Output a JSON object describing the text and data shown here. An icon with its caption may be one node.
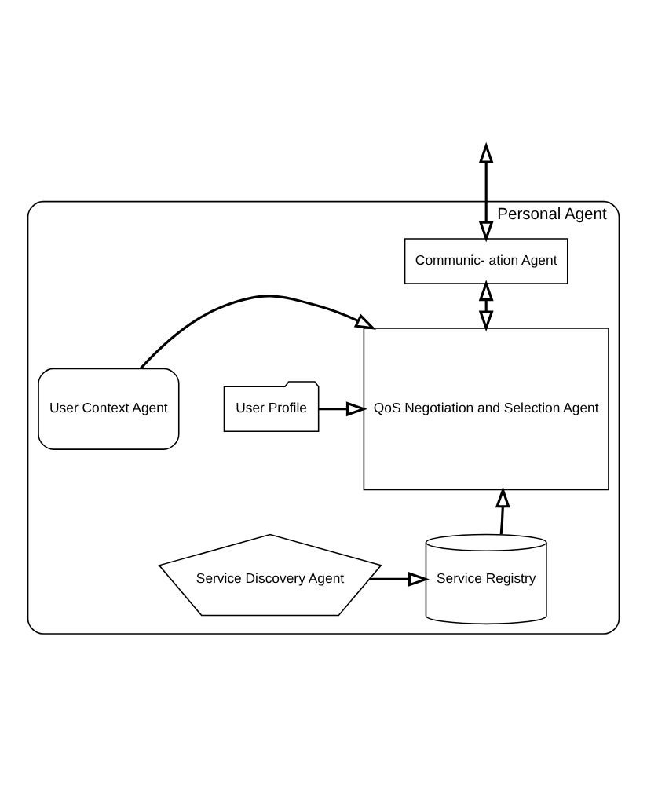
{
  "diagram": {
    "nodes": [
      {
        "text": [
          "Personal Agent"
        ]
      },
      {
        "text": [
          "Communic- ation Agent"
        ],
        "in": 0
      },
      {
        "text": [
          "QoS Negotiation and Selection Agent"
        ],
        "in": 0
      },
      {
        "text": [
          "User Profile"
        ],
        "in": 0
      },
      {
        "text": [
          "User Context Agent"
        ],
        "in": 0
      },
      {
        "text": [
          "Service Registry"
        ],
        "in": 0
      },
      {
        "text": [
          "Service Discovery Agent"
        ],
        "in": 0
      }
    ],
    "edges": [
      {
        "from": null,
        "to": 1,
        "arrow": "both"
      },
      {
        "from": 1,
        "to": 2,
        "arrow": "both"
      },
      {
        "from": 3,
        "to": 2,
        "arrow": "to"
      },
      {
        "from": 4,
        "to": 2,
        "arrow": "to"
      },
      {
        "from": 5,
        "to": 2,
        "arrow": "to"
      },
      {
        "from": 6,
        "to": 5,
        "arrow": "to"
      }
    ]
  }
}
